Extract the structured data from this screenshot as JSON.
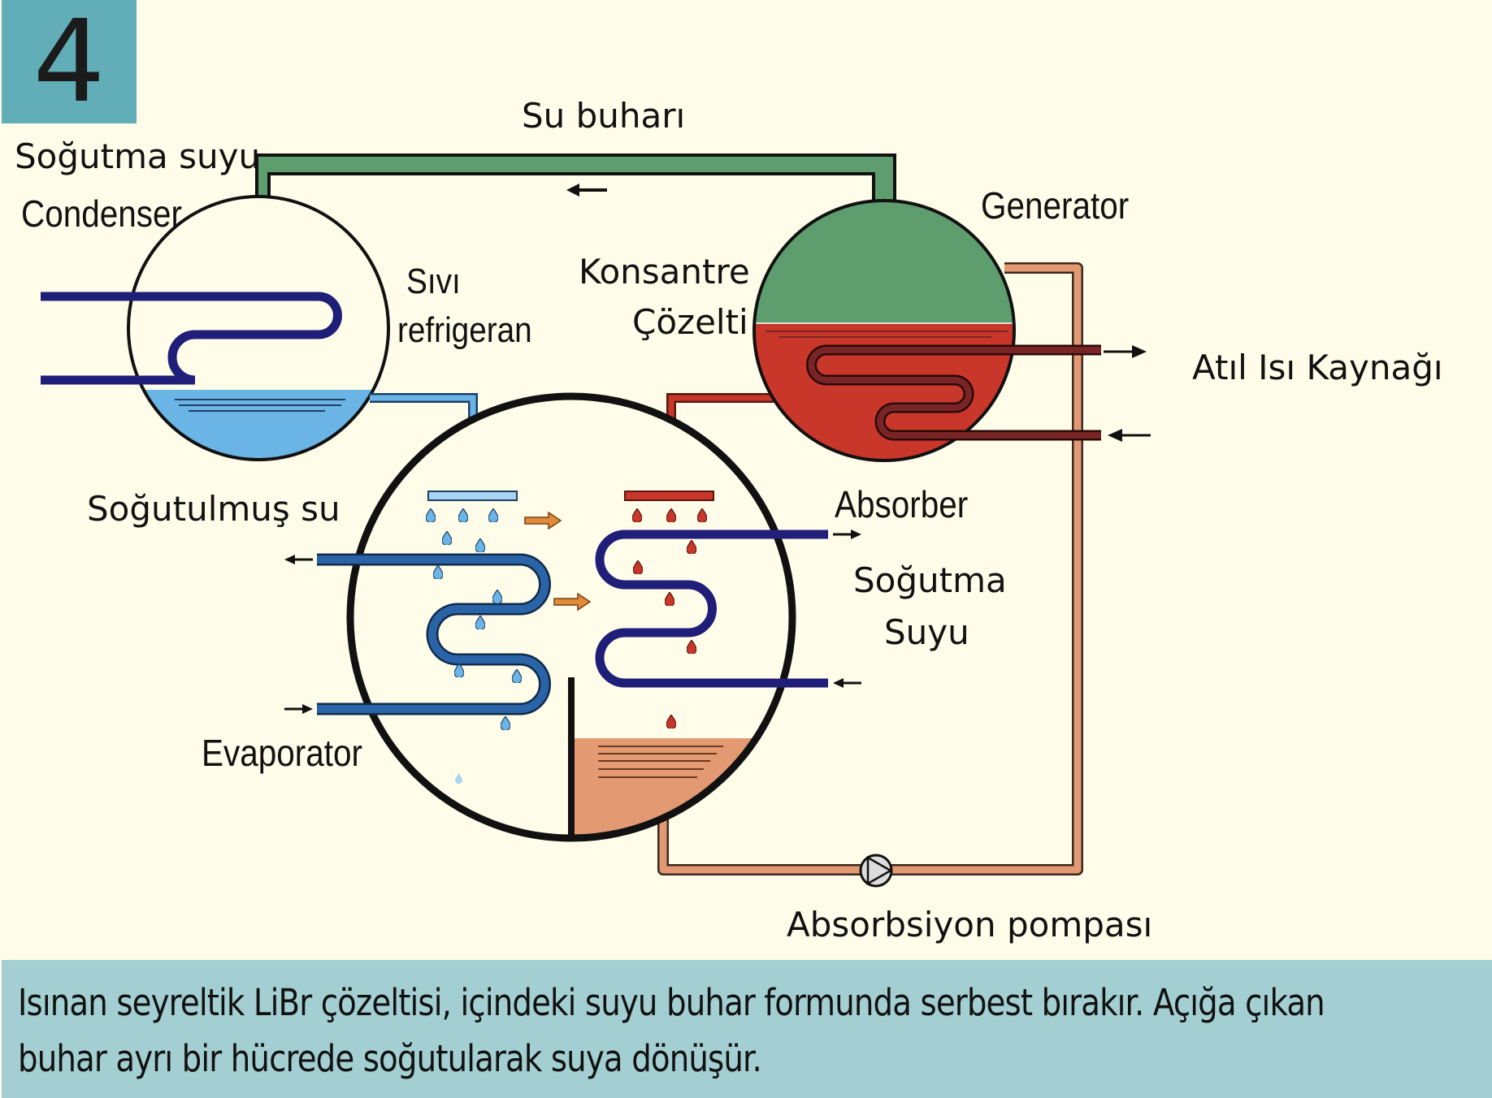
{
  "slide": {
    "number": "4"
  },
  "labels": {
    "vapor": "Su buharı",
    "cooling_water_top": "Soğutma suyu",
    "condenser": "Condenser",
    "liquid_refrigerant_line1": "Sıvı",
    "liquid_refrigerant_line2": "refrigeran",
    "concentrate_line1": "Konsantre",
    "concentrate_line2": "Çözelti",
    "generator": "Generator",
    "waste_heat": "Atıl Isı Kaynağı",
    "chilled_water": "Soğutulmuş su",
    "absorber": "Absorber",
    "cooling_water_line1": "Soğutma",
    "cooling_water_line2": "Suyu",
    "evaporator": "Evaporator",
    "pump": "Absorbsiyon pompası"
  },
  "caption": {
    "line1": "Isınan seyreltik LiBr çözeltisi, içindeki suyu buhar formunda serbest bırakır. Açığa çıkan",
    "line2": "buhar ayrı bir hücrede soğutularak suya dönüşür."
  },
  "colors": {
    "background": "#fffde9",
    "number_box": "#62aeb8",
    "caption_band": "#a3cfd2",
    "vapor_green": "#5e9e6e",
    "refrigerant_blue": "#6bb5e6",
    "spray_blue": "#a8d4f2",
    "solution_red": "#c9372b",
    "heat_coil": "#7a2525",
    "dilute_solution": "#e39a72",
    "cooling_coil": "#1f1f7a",
    "chilled_coil": "#2a63a6",
    "flow_arrow": "#e08a3a"
  }
}
